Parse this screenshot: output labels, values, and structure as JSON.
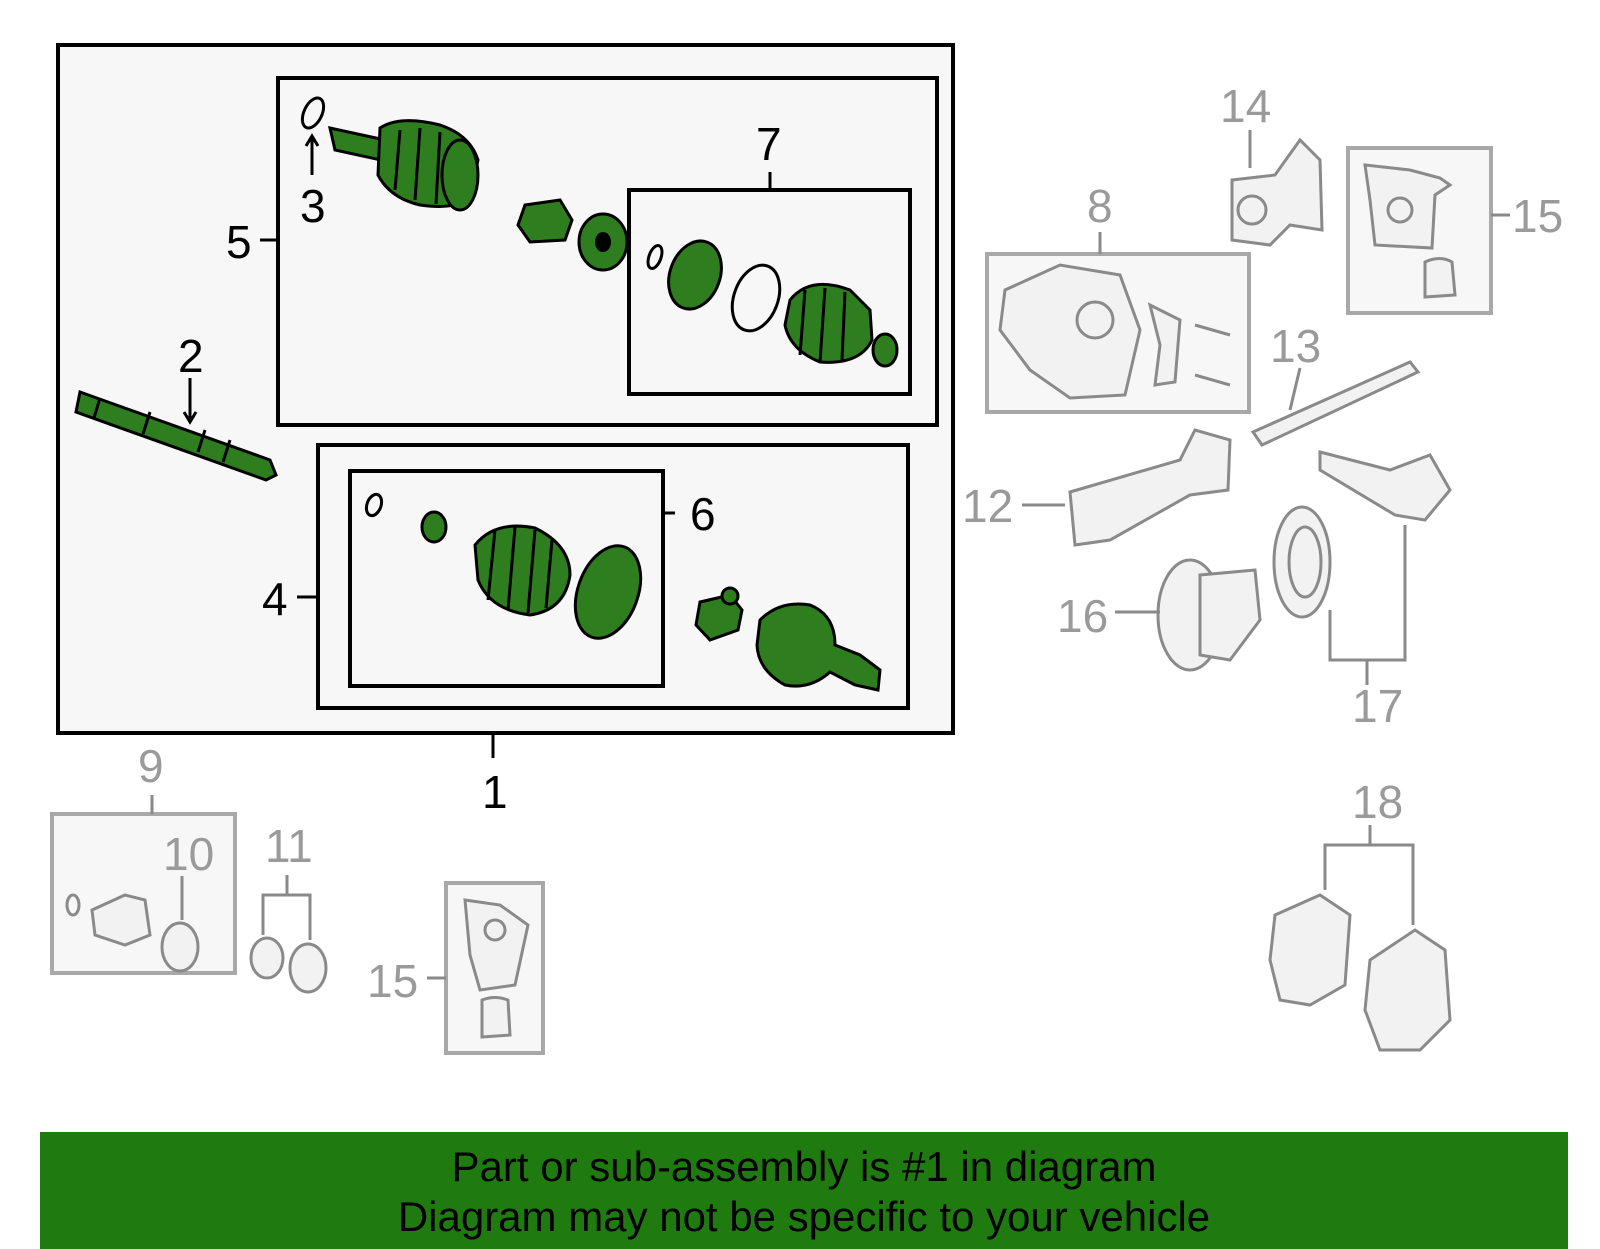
{
  "callouts": {
    "c1": "1",
    "c2": "2",
    "c3": "3",
    "c4": "4",
    "c5": "5",
    "c6": "6",
    "c7": "7",
    "c8": "8",
    "c9": "9",
    "c10": "10",
    "c11": "11",
    "c12": "12",
    "c13": "13",
    "c14": "14",
    "c15a": "15",
    "c15b": "15",
    "c16": "16",
    "c17": "17",
    "c18": "18"
  },
  "banner": {
    "line1": "Part or sub-assembly is #1 in diagram",
    "line2": "Diagram may not be specific to your vehicle"
  },
  "colors": {
    "highlight_part": "#2e7d1e",
    "banner_bg": "#1f7a0f",
    "inactive": "#9a9a9a"
  }
}
